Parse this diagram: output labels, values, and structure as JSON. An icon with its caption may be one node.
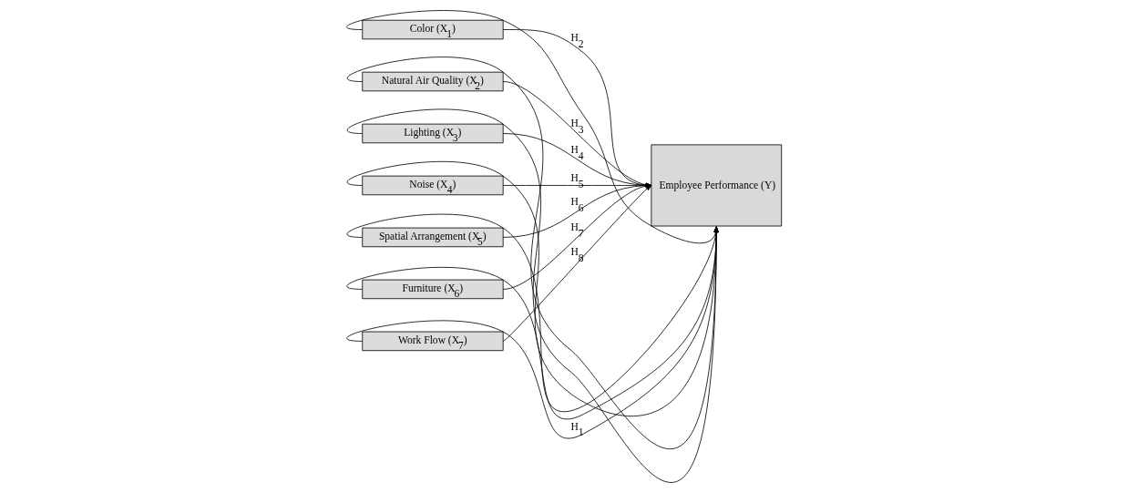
{
  "diagram": {
    "nodes": [
      {
        "text": [
          "Color (X$_{1}$)"
        ]
      },
      {
        "text": [
          "Natural Air Quality (X$_{2}$)"
        ]
      },
      {
        "text": [
          "Lighting (X$_{3}$)"
        ]
      },
      {
        "text": [
          "Noise (X$_{4}$)"
        ]
      },
      {
        "text": [
          "Spatial Arrangement (X$_{5}$)"
        ]
      },
      {
        "text": [
          "Furniture (X$_{6}$)"
        ]
      },
      {
        "text": [
          "Work Flow (X$_{7}$)"
        ]
      },
      {
        "text": [
          "Employee Performance (Y)"
        ]
      }
    ],
    "edges": [
      {
        "from": 0,
        "to": 7,
        "arrow": "to",
        "label": "H$_{2}$"
      },
      {
        "from": 1,
        "to": 7,
        "arrow": "to",
        "label": "H$_{3}$"
      },
      {
        "from": 2,
        "to": 7,
        "arrow": "to",
        "label": "H$_{4}$"
      },
      {
        "from": 3,
        "to": 7,
        "arrow": "to",
        "label": "H$_{5}$"
      },
      {
        "from": 4,
        "to": 7,
        "arrow": "to",
        "label": "H$_{6}$"
      },
      {
        "from": 5,
        "to": 7,
        "arrow": "to",
        "label": "H$_{7}$"
      },
      {
        "from": 6,
        "to": 7,
        "arrow": "to",
        "label": "H$_{8}$"
      },
      {
        "from": 0,
        "to": 7,
        "arrow": "to"
      },
      {
        "from": 1,
        "to": 7,
        "arrow": "to"
      },
      {
        "from": 2,
        "to": 7,
        "arrow": "to"
      },
      {
        "from": 3,
        "to": 7,
        "arrow": "to"
      },
      {
        "from": 4,
        "to": 7,
        "arrow": "to"
      },
      {
        "from": 5,
        "to": 7,
        "arrow": "to"
      },
      {
        "from": 6,
        "to": 7,
        "arrow": "to",
        "label": "H$_{1}$"
      }
    ]
  }
}
